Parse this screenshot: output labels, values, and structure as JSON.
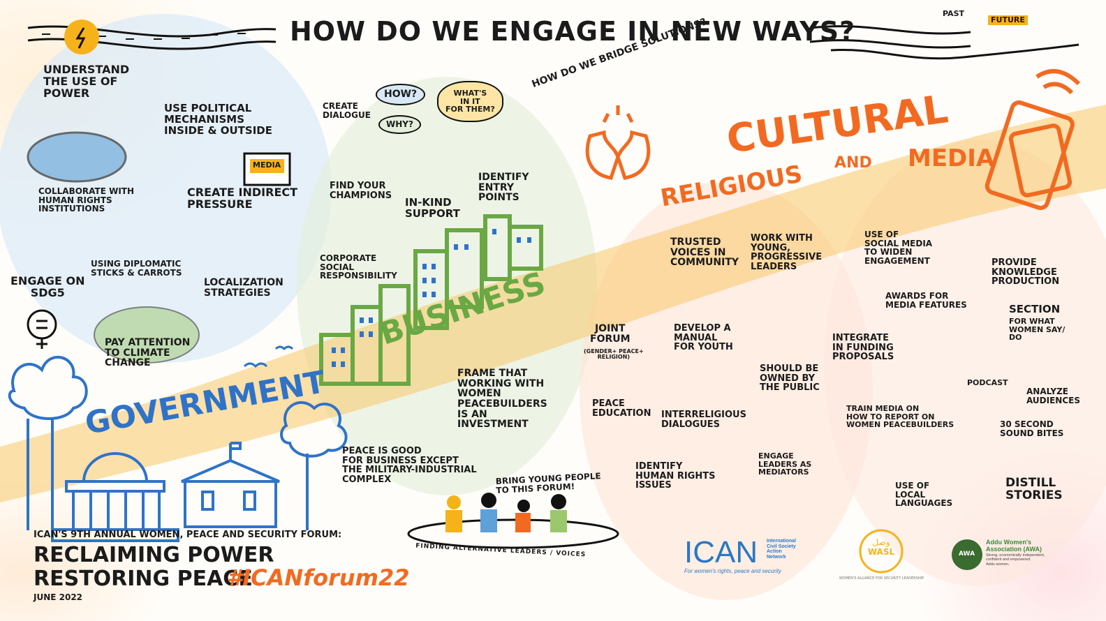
{
  "title": "HOW DO WE ENGAGE IN NEW WAYS?",
  "signpost": {
    "past": "PAST",
    "future": "FUTURE"
  },
  "bridge_question": "HOW DO WE BRIDGE SOLUTIONS?",
  "bands": {
    "government": "GOVERNMENT",
    "business": "BUSINESS",
    "cultural": "CULTURAL",
    "religious": "RELIGIOUS",
    "and": "AND",
    "media": "MEDIA"
  },
  "government_items": {
    "understand_power": "UNDERSTAND\nTHE USE OF\nPOWER",
    "political_mechanisms": "USE POLITICAL\nMECHANISMS\nINSIDE & OUTSIDE",
    "collaborate": "COLLABORATE WITH\nHUMAN RIGHTS\nINSTITUTIONS",
    "media_label": "MEDIA",
    "indirect_pressure": "CREATE INDIRECT\nPRESSURE",
    "diplomatic": "USING DIPLOMATIC\nSTICKS & CARROTS",
    "localization": "LOCALIZATION\nSTRATEGIES",
    "sdg5": "ENGAGE ON\nSDG5",
    "climate": "PAY ATTENTION\nTO CLIMATE\nCHANGE"
  },
  "business_items": {
    "dialogue": "CREATE\nDIALOGUE",
    "how": "HOW?",
    "why": "WHY?",
    "whats_in_it": "WHAT'S\nIN IT\nFOR THEM?",
    "champions": "FIND YOUR\nCHAMPIONS",
    "in_kind": "IN-KIND\nSUPPORT",
    "entry_points": "IDENTIFY\nENTRY\nPOINTS",
    "csr": "CORPORATE\nSOCIAL\nRESPONSIBILITY",
    "investment": "FRAME THAT\nWORKING WITH\nWOMEN\nPEACEBUILDERS\nIS AN\nINVESTMENT",
    "peace_good": "PEACE IS GOOD\nFOR BUSINESS EXCEPT\nTHE MILITARY-INDUSTRIAL\nCOMPLEX"
  },
  "cultural_items": {
    "trusted_voices": "TRUSTED\nVOICES IN\nCOMMUNITY",
    "young_leaders": "WORK WITH\nYOUNG,\nPROGRESSIVE\nLEADERS",
    "joint_forum": "JOINT\nFORUM",
    "joint_forum_sub": "(GENDER+ PEACE+\nRELIGION)",
    "manual_youth": "DEVELOP A\nMANUAL\nFOR YOUTH",
    "owned_public": "SHOULD BE\nOWNED BY\nTHE PUBLIC",
    "peace_education": "PEACE\nEDUCATION",
    "interreligious": "INTERRELIGIOUS\nDIALOGUES",
    "engage_mediators": "ENGAGE\nLEADERS AS\nMEDIATORS",
    "human_rights_issues": "IDENTIFY\nHUMAN RIGHTS\nISSUES"
  },
  "media_items": {
    "social_media": "USE OF\nSOCIAL MEDIA\nTO WIDEN\nENGAGEMENT",
    "knowledge": "PROVIDE\nKNOWLEDGE\nPRODUCTION",
    "awards": "AWARDS FOR\nMEDIA FEATURES",
    "section": "SECTION",
    "section_sub": "FOR WHAT\nWOMEN SAY/\nDO",
    "funding": "INTEGRATE\nIN FUNDING\nPROPOSALS",
    "podcast": "PODCAST",
    "analyze": "ANALYZE\nAUDIENCES",
    "train_media": "TRAIN MEDIA ON\nHOW TO REPORT ON\nWOMEN PEACEBUILDERS",
    "sound_bites": "30 SECOND\nSOUND BITES",
    "local_languages": "USE OF\nLOCAL\nLANGUAGES",
    "distill": "DISTILL\nSTORIES"
  },
  "young_people": {
    "bring": "BRING YOUNG PEOPLE\nTO THIS FORUM!",
    "finding": "FINDING ALTERNATIVE LEADERS / VOICES"
  },
  "footer": {
    "forum": "ICAN'S 9TH ANNUAL WOMEN, PEACE AND SECURITY FORUM:",
    "reclaiming": "RECLAIMING POWER",
    "restoring": "RESTORING PEACE",
    "date": "JUNE 2022",
    "hashtag": "#ICANforum22"
  },
  "logos": {
    "ican": "ICAN",
    "ican_full": "International\nCivil Society\nAction\nNetwork",
    "ican_tagline": "For women's rights, peace and security",
    "wasl_arabic": "وصل",
    "wasl": "WASL",
    "wasl_full": "WOMEN'S ALLIANCE FOR SECURITY LEADERSHIP",
    "awa_badge": "AWA",
    "awa_name": "Addu Women's\nAssociation (AWA)",
    "awa_tagline": "Strong, economically independent,\nconfident and empowered\nAddu women."
  },
  "colors": {
    "government": "#2f73c8",
    "business": "#6aa843",
    "cultural": "#f26a21",
    "band": "#f7c86a",
    "accent_yellow": "#f6b21a"
  }
}
